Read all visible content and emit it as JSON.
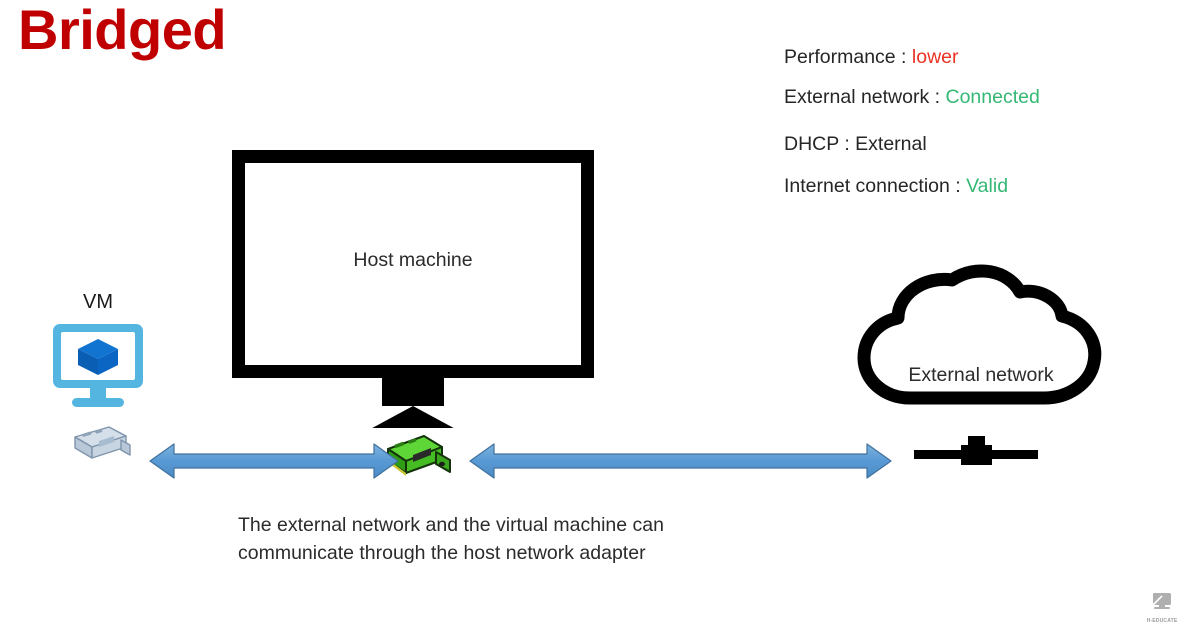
{
  "slide": {
    "title": "Bridged",
    "title_color": "#C00000",
    "background": "#ffffff"
  },
  "info_panel": {
    "lines": [
      {
        "label": "Performance : ",
        "value": "lower",
        "value_style": "red"
      },
      {
        "label": "External network  : ",
        "value": "Connected",
        "value_style": "green"
      },
      {
        "label": "DHCP : ",
        "value": "External",
        "value_style": "plain"
      },
      {
        "label": "Internet connection : ",
        "value": "Valid",
        "value_style": "green"
      }
    ],
    "colors": {
      "red": "#EA3323",
      "green": "#34B874",
      "plain": "#262626"
    }
  },
  "vm": {
    "label": "VM",
    "monitor_icon": "vm-monitor-icon",
    "cube_icon": "cube-icon",
    "adapter_icon": "network-adapter-icon",
    "frame_color": "#54B6E0",
    "cube_color": "#0A66C2"
  },
  "host": {
    "label": "Host machine",
    "monitor_icon": "host-monitor-icon",
    "adapter_icon": "network-adapter-card-icon",
    "adapter_color": "#49C02B",
    "outline_color": "#000000"
  },
  "external_network": {
    "label": "External network",
    "cloud_icon": "cloud-icon",
    "connector_icon": "bus-connector-icon",
    "outline_color": "#000000"
  },
  "arrows": {
    "left": {
      "name": "vm-to-host-arrow",
      "direction": "both"
    },
    "right": {
      "name": "host-to-external-arrow",
      "direction": "both"
    },
    "color": "#5B9BD5",
    "border_color": "#41719C"
  },
  "caption": {
    "line1": "The external network and the virtual machine can",
    "line2": "communicate through the host network adapter"
  },
  "watermark": {
    "text": "H-EDUCATE",
    "icon": "monitor-icon"
  }
}
